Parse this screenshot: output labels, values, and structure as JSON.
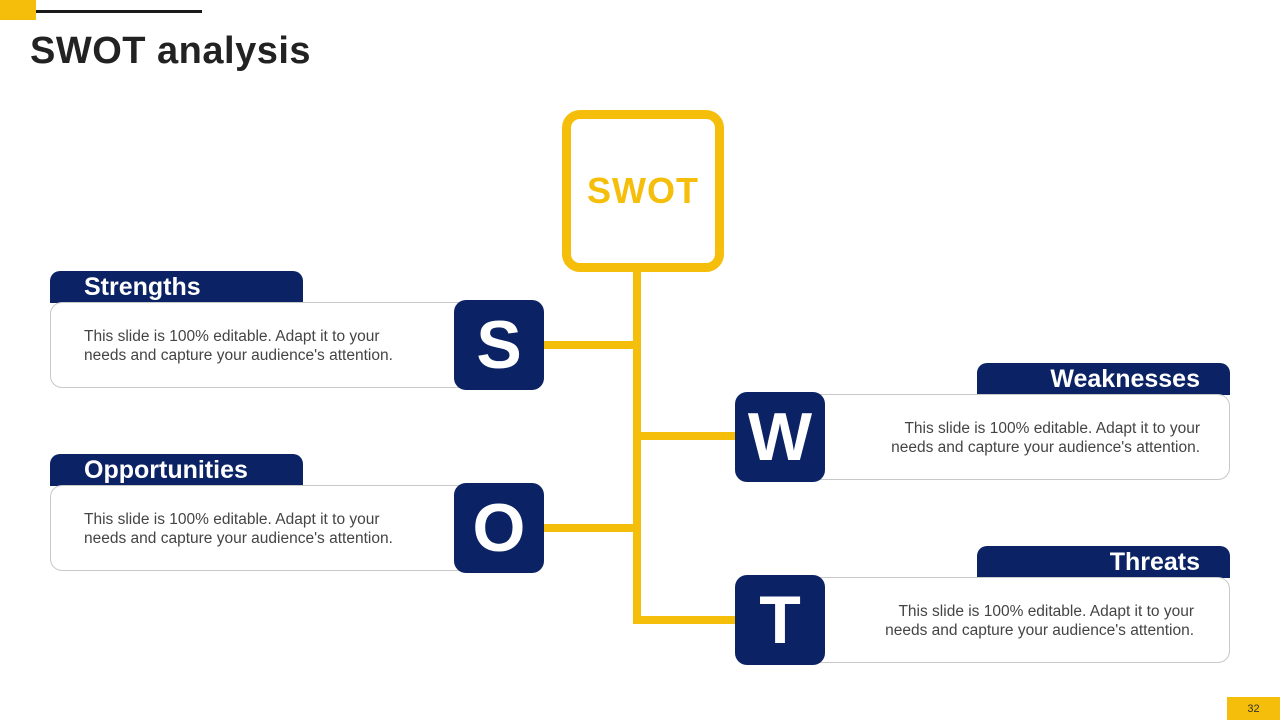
{
  "title": "SWOT analysis",
  "center_label": "SWOT",
  "colors": {
    "accent": "#F5BE0A",
    "navy": "#0B2265",
    "text": "#444444"
  },
  "quadrants": [
    {
      "key": "strengths",
      "letter": "S",
      "heading": "Strengths",
      "text": "This slide is 100% editable. Adapt it to your needs and capture your audience's attention."
    },
    {
      "key": "weaknesses",
      "letter": "W",
      "heading": "Weaknesses",
      "text": "This slide is 100% editable. Adapt it to your needs and capture your audience's attention."
    },
    {
      "key": "opportunities",
      "letter": "O",
      "heading": "Opportunities",
      "text": "This slide is 100% editable. Adapt it to your needs and capture your audience's attention."
    },
    {
      "key": "threats",
      "letter": "T",
      "heading": "Threats",
      "text": "This slide is 100% editable. Adapt it to your needs and capture your audience's attention."
    }
  ],
  "page_number": "32"
}
